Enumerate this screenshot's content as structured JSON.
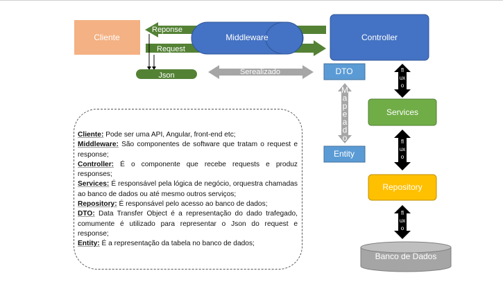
{
  "nodes": {
    "cliente": "Cliente",
    "middleware": "Middleware",
    "controller": "Controller",
    "dto": "DTO",
    "services": "Services",
    "entity": "Entity",
    "repository": "Repository",
    "banco": "Banco de Dados"
  },
  "arrows": {
    "reponse": "Reponse",
    "request": "Request",
    "json": "Json",
    "serealizado": "Serealizado",
    "mapeado": "Mapeado",
    "fluxo": "fluxo"
  },
  "legend": [
    {
      "term": "Cliente:",
      "desc": " Pode ser uma API, Angular, front-end etc;"
    },
    {
      "term": "Middleware:",
      "desc": " São componentes de software que tratam o request e response;"
    },
    {
      "term": "Controller:",
      "desc": " É o componente que recebe requests e produz responses;"
    },
    {
      "term": "Services:",
      "desc": " É responsável pela lógica de negócio, orquestra chamadas ao banco de dados ou até mesmo outros serviços;"
    },
    {
      "term": "Repository:",
      "desc": " É responsável pelo acesso ao banco de dados;"
    },
    {
      "term": "DTO:",
      "desc": " Data Transfer Object é a representação do dado trafegado, comumente é utilizado para representar o Json do request e response;"
    },
    {
      "term": "Entity:",
      "desc": " É a representação da tabela no banco de dados;"
    }
  ],
  "colors": {
    "cliente": "#F4B183",
    "middleware": "#4472C4",
    "controller": "#4472C4",
    "dto": "#5B9BD5",
    "entity": "#5B9BD5",
    "services": "#70AD47",
    "repository": "#FFC000",
    "banco": "#A5A5A5",
    "green_arrow": "#548235",
    "gray_arrow": "#A6A6A6",
    "black_arrow": "#000000"
  }
}
